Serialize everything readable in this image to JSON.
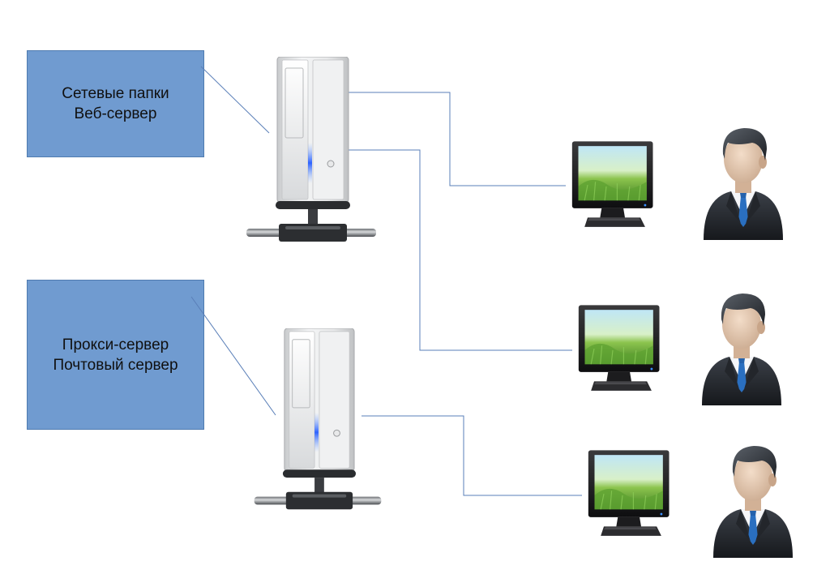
{
  "diagram": {
    "server_groups": [
      {
        "lines": [
          "Сетевые папки",
          "Веб-сервер"
        ]
      },
      {
        "lines": [
          "Прокси-сервер",
          "Почтовый сервер"
        ]
      }
    ],
    "clients": [
      {
        "icon": "monitor-icon",
        "user_icon": "user-icon"
      },
      {
        "icon": "monitor-icon",
        "user_icon": "user-icon"
      },
      {
        "icon": "monitor-icon",
        "user_icon": "user-icon"
      }
    ],
    "colors": {
      "box_fill": "#709bd0",
      "connector": "#5a7fb8",
      "server_body": "#e4e5e6",
      "screen_grass": "#6aa63a",
      "suit": "#2b2f36",
      "tie": "#2a6fc0"
    }
  }
}
